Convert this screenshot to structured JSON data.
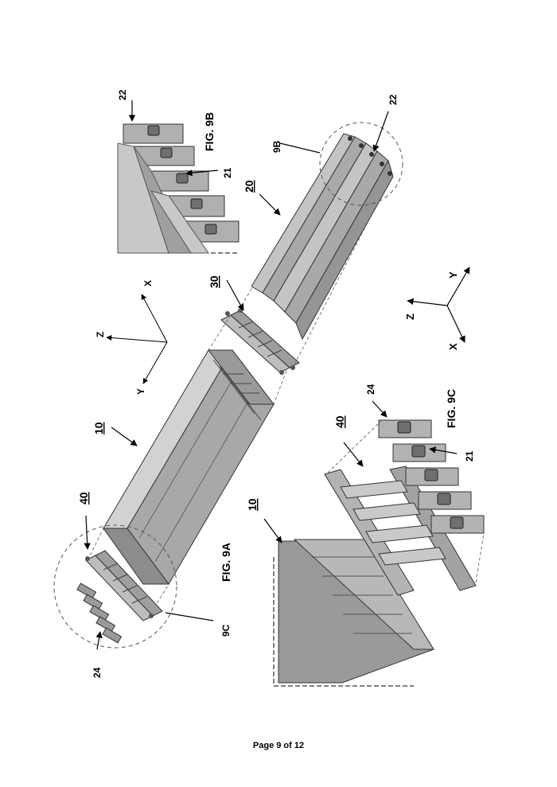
{
  "figures": {
    "fig_9a": "FIG. 9A",
    "fig_9b": "FIG. 9B",
    "fig_9c": "FIG. 9C"
  },
  "references": {
    "r10": "10",
    "r20": "20",
    "r30": "30",
    "r40": "40",
    "r21": "21",
    "r22": "22",
    "r24": "24",
    "detail_9b": "9B",
    "detail_9c": "9C"
  },
  "axes": {
    "x": "X",
    "y": "Y",
    "z": "Z"
  },
  "footer": {
    "page_label": "Page 9 of 12"
  }
}
